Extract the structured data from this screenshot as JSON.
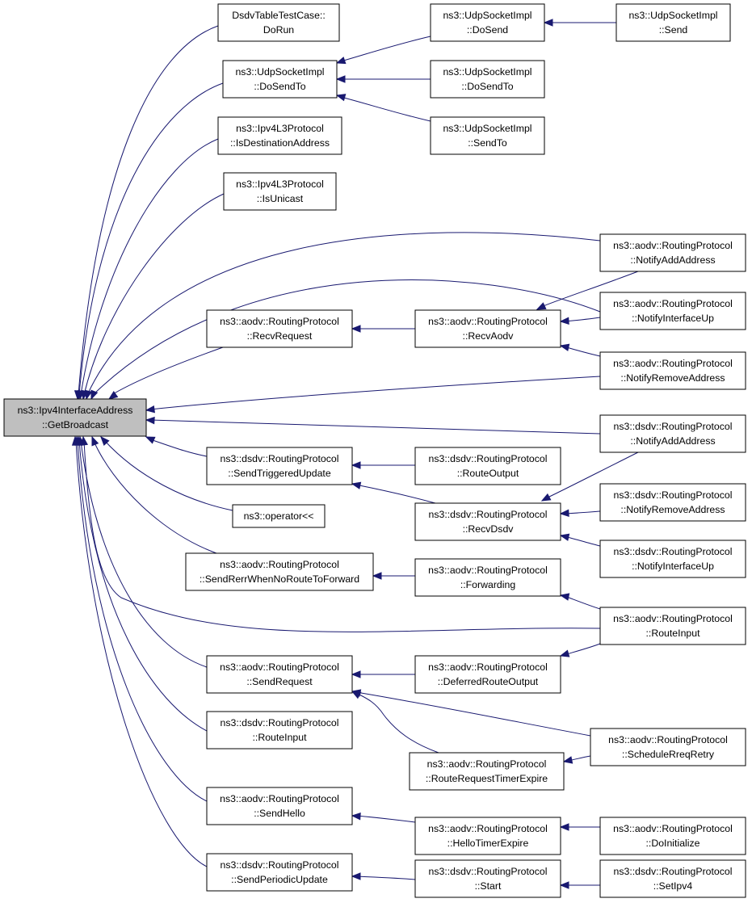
{
  "colors": {
    "edge": "#191970",
    "node_border": "#000000",
    "node_fill": "#ffffff",
    "root_fill": "#bfbfbf"
  },
  "nodes": [
    {
      "id": "root",
      "lines": [
        "ns3::Ipv4InterfaceAddress",
        "::GetBroadcast"
      ],
      "root": true
    },
    {
      "id": "dsdvTest",
      "lines": [
        "DsdvTableTestCase::",
        "DoRun"
      ]
    },
    {
      "id": "udpDoSendTo",
      "lines": [
        "ns3::UdpSocketImpl",
        "::DoSendTo"
      ]
    },
    {
      "id": "isDest",
      "lines": [
        "ns3::Ipv4L3Protocol",
        "::IsDestinationAddress"
      ]
    },
    {
      "id": "isUnicast",
      "lines": [
        "ns3::Ipv4L3Protocol",
        "::IsUnicast"
      ]
    },
    {
      "id": "udpDoSend",
      "lines": [
        "ns3::UdpSocketImpl",
        "::DoSend"
      ]
    },
    {
      "id": "udpSend",
      "lines": [
        "ns3::UdpSocketImpl",
        "::Send"
      ]
    },
    {
      "id": "udpDoSendTo2",
      "lines": [
        "ns3::UdpSocketImpl",
        "::DoSendTo"
      ]
    },
    {
      "id": "udpSendTo",
      "lines": [
        "ns3::UdpSocketImpl",
        "::SendTo"
      ]
    },
    {
      "id": "aodvNotifyAdd",
      "lines": [
        "ns3::aodv::RoutingProtocol",
        "::NotifyAddAddress"
      ]
    },
    {
      "id": "aodvRecvRequest",
      "lines": [
        "ns3::aodv::RoutingProtocol",
        "::RecvRequest"
      ]
    },
    {
      "id": "aodvRecvAodv",
      "lines": [
        "ns3::aodv::RoutingProtocol",
        "::RecvAodv"
      ]
    },
    {
      "id": "aodvNotifyIfUp",
      "lines": [
        "ns3::aodv::RoutingProtocol",
        "::NotifyInterfaceUp"
      ]
    },
    {
      "id": "aodvNotifyRemove",
      "lines": [
        "ns3::aodv::RoutingProtocol",
        "::NotifyRemoveAddress"
      ]
    },
    {
      "id": "dsdvNotifyAdd",
      "lines": [
        "ns3::dsdv::RoutingProtocol",
        "::NotifyAddAddress"
      ]
    },
    {
      "id": "dsdvSendTriggered",
      "lines": [
        "ns3::dsdv::RoutingProtocol",
        "::SendTriggeredUpdate"
      ]
    },
    {
      "id": "dsdvRouteOutput",
      "lines": [
        "ns3::dsdv::RoutingProtocol",
        "::RouteOutput"
      ]
    },
    {
      "id": "operatorShift",
      "lines": [
        "ns3::operator<<"
      ]
    },
    {
      "id": "dsdvRecvDsdv",
      "lines": [
        "ns3::dsdv::RoutingProtocol",
        "::RecvDsdv"
      ]
    },
    {
      "id": "dsdvNotifyRemove",
      "lines": [
        "ns3::dsdv::RoutingProtocol",
        "::NotifyRemoveAddress"
      ]
    },
    {
      "id": "dsdvNotifyIfUp",
      "lines": [
        "ns3::dsdv::RoutingProtocol",
        "::NotifyInterfaceUp"
      ]
    },
    {
      "id": "aodvSendRerr",
      "lines": [
        "ns3::aodv::RoutingProtocol",
        "::SendRerrWhenNoRouteToForward"
      ]
    },
    {
      "id": "aodvForwarding",
      "lines": [
        "ns3::aodv::RoutingProtocol",
        "::Forwarding"
      ]
    },
    {
      "id": "aodvRouteInput",
      "lines": [
        "ns3::aodv::RoutingProtocol",
        "::RouteInput"
      ]
    },
    {
      "id": "aodvSendRequest",
      "lines": [
        "ns3::aodv::RoutingProtocol",
        "::SendRequest"
      ]
    },
    {
      "id": "aodvDeferred",
      "lines": [
        "ns3::aodv::RoutingProtocol",
        "::DeferredRouteOutput"
      ]
    },
    {
      "id": "dsdvRouteInput",
      "lines": [
        "ns3::dsdv::RoutingProtocol",
        "::RouteInput"
      ]
    },
    {
      "id": "aodvSchedRetry",
      "lines": [
        "ns3::aodv::RoutingProtocol",
        "::ScheduleRreqRetry"
      ]
    },
    {
      "id": "aodvRouteReqTimer",
      "lines": [
        "ns3::aodv::RoutingProtocol",
        "::RouteRequestTimerExpire"
      ]
    },
    {
      "id": "aodvSendHello",
      "lines": [
        "ns3::aodv::RoutingProtocol",
        "::SendHello"
      ]
    },
    {
      "id": "aodvHelloTimer",
      "lines": [
        "ns3::aodv::RoutingProtocol",
        "::HelloTimerExpire"
      ]
    },
    {
      "id": "aodvDoInit",
      "lines": [
        "ns3::aodv::RoutingProtocol",
        "::DoInitialize"
      ]
    },
    {
      "id": "dsdvSendPeriodic",
      "lines": [
        "ns3::dsdv::RoutingProtocol",
        "::SendPeriodicUpdate"
      ]
    },
    {
      "id": "dsdvStart",
      "lines": [
        "ns3::dsdv::RoutingProtocol",
        "::Start"
      ]
    },
    {
      "id": "dsdvSetIpv4",
      "lines": [
        "ns3::dsdv::RoutingProtocol",
        "::SetIpv4"
      ]
    }
  ],
  "edges": [
    {
      "from": "dsdvTest",
      "to": "root"
    },
    {
      "from": "udpDoSendTo",
      "to": "root"
    },
    {
      "from": "isDest",
      "to": "root"
    },
    {
      "from": "isUnicast",
      "to": "root"
    },
    {
      "from": "aodvNotifyAdd",
      "to": "root"
    },
    {
      "from": "aodvNotifyIfUp",
      "to": "root"
    },
    {
      "from": "aodvRecvRequest",
      "to": "root"
    },
    {
      "from": "aodvNotifyRemove",
      "to": "root"
    },
    {
      "from": "dsdvNotifyAdd",
      "to": "root"
    },
    {
      "from": "dsdvSendTriggered",
      "to": "root"
    },
    {
      "from": "operatorShift",
      "to": "root"
    },
    {
      "from": "aodvSendRerr",
      "to": "root"
    },
    {
      "from": "aodvRouteInput",
      "to": "root"
    },
    {
      "from": "aodvSendRequest",
      "to": "root"
    },
    {
      "from": "dsdvRouteInput",
      "to": "root"
    },
    {
      "from": "aodvSendHello",
      "to": "root"
    },
    {
      "from": "dsdvSendPeriodic",
      "to": "root"
    },
    {
      "from": "udpDoSend",
      "to": "udpDoSendTo"
    },
    {
      "from": "udpDoSendTo2",
      "to": "udpDoSendTo"
    },
    {
      "from": "udpSendTo",
      "to": "udpDoSendTo"
    },
    {
      "from": "udpSend",
      "to": "udpDoSend"
    },
    {
      "from": "aodvRecvAodv",
      "to": "aodvRecvRequest"
    },
    {
      "from": "aodvNotifyAdd",
      "to": "aodvRecvAodv"
    },
    {
      "from": "aodvNotifyIfUp",
      "to": "aodvRecvAodv"
    },
    {
      "from": "aodvNotifyRemove",
      "to": "aodvRecvAodv"
    },
    {
      "from": "dsdvRouteOutput",
      "to": "dsdvSendTriggered"
    },
    {
      "from": "dsdvRecvDsdv",
      "to": "dsdvSendTriggered"
    },
    {
      "from": "dsdvNotifyAdd",
      "to": "dsdvRecvDsdv"
    },
    {
      "from": "dsdvNotifyRemove",
      "to": "dsdvRecvDsdv"
    },
    {
      "from": "dsdvNotifyIfUp",
      "to": "dsdvRecvDsdv"
    },
    {
      "from": "aodvForwarding",
      "to": "aodvSendRerr"
    },
    {
      "from": "aodvRouteInput",
      "to": "aodvForwarding"
    },
    {
      "from": "aodvDeferred",
      "to": "aodvSendRequest"
    },
    {
      "from": "aodvRouteInput",
      "to": "aodvDeferred"
    },
    {
      "from": "aodvSchedRetry",
      "to": "aodvSendRequest"
    },
    {
      "from": "aodvRouteReqTimer",
      "to": "aodvSendRequest"
    },
    {
      "from": "aodvSchedRetry",
      "to": "aodvRouteReqTimer"
    },
    {
      "from": "aodvHelloTimer",
      "to": "aodvSendHello"
    },
    {
      "from": "aodvDoInit",
      "to": "aodvHelloTimer"
    },
    {
      "from": "dsdvStart",
      "to": "dsdvSendPeriodic"
    },
    {
      "from": "dsdvSetIpv4",
      "to": "dsdvStart"
    }
  ]
}
